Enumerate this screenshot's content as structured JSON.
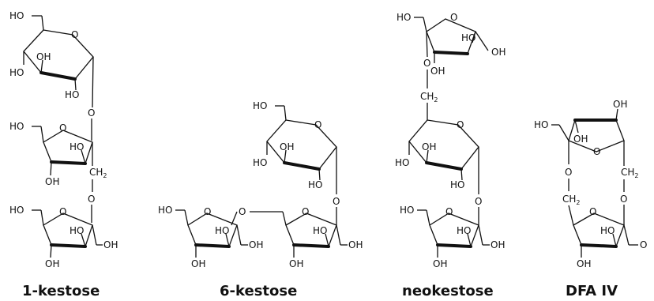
{
  "captions": {
    "kestose1": "1-kestose",
    "kestose6": "6-kestose",
    "neokestose": "neokestose",
    "dfa4": "DFA IV"
  },
  "atoms": {
    "ho": "HO",
    "oh": "OH",
    "o": "O",
    "ch2": "CH",
    "sub2": "2"
  }
}
